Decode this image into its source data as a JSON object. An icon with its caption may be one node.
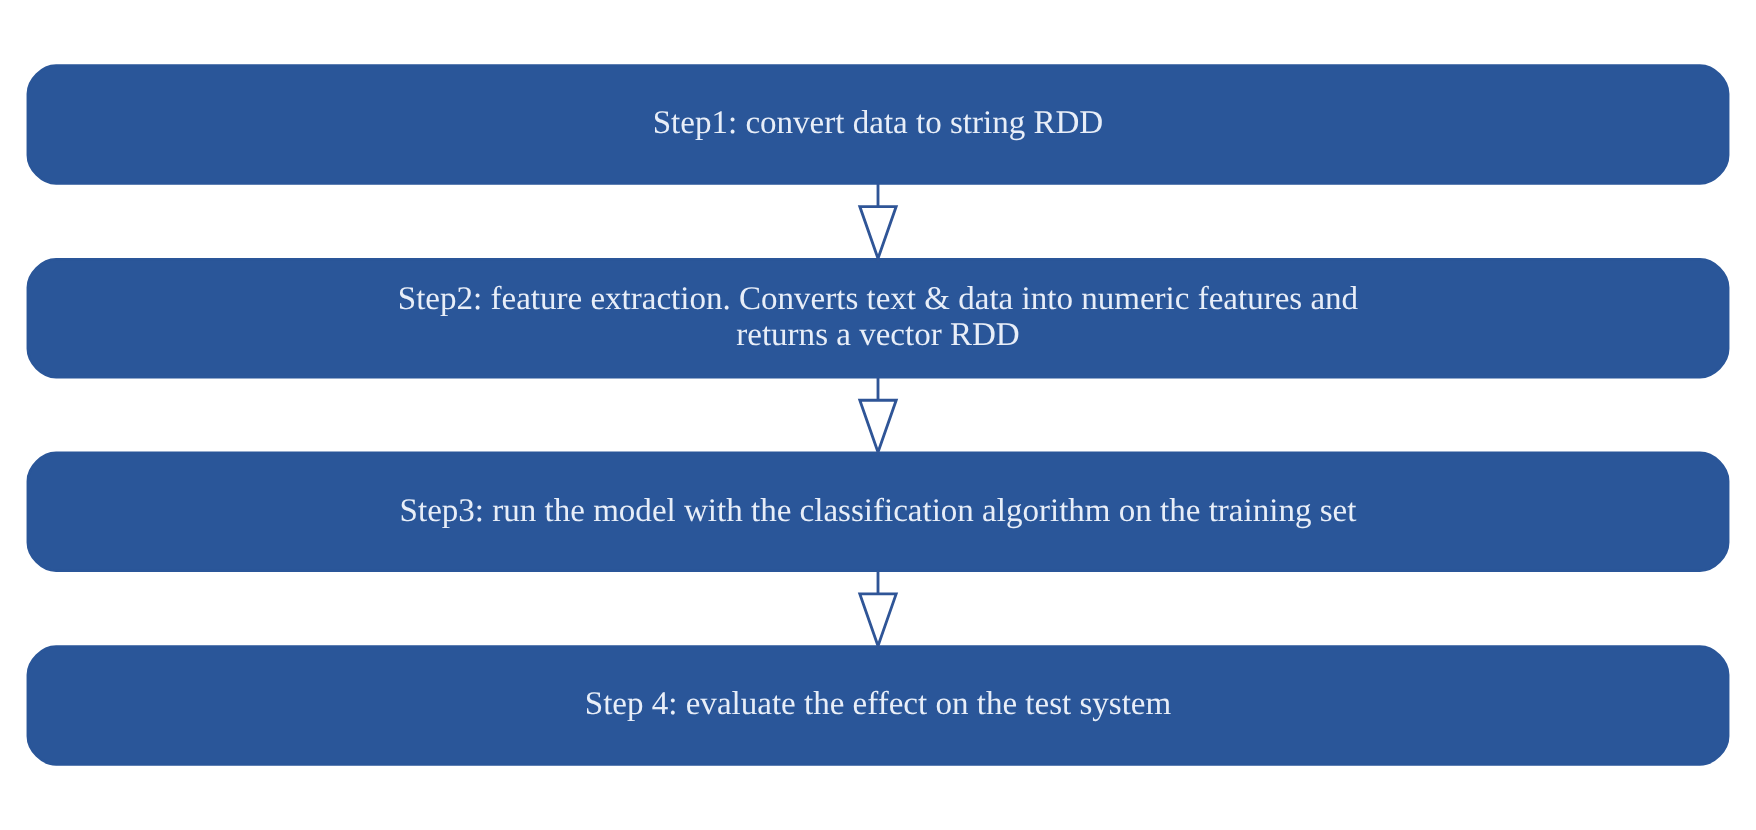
{
  "diagram": {
    "nodes": [
      {
        "text": [
          "Step1: convert data to string RDD"
        ]
      },
      {
        "text": [
          "Step2: feature extraction. Converts text & data into numeric features and returns a vector RDD"
        ]
      },
      {
        "text": [
          "Step3: run the model with the classification algorithm on the training set"
        ]
      },
      {
        "text": [
          "Step 4: evaluate the effect on the test system"
        ]
      }
    ],
    "edges": [
      {
        "from": 0,
        "to": 1,
        "arrow": "to"
      },
      {
        "from": 1,
        "to": 2,
        "arrow": "to"
      },
      {
        "from": 2,
        "to": 3,
        "arrow": "to"
      }
    ]
  }
}
